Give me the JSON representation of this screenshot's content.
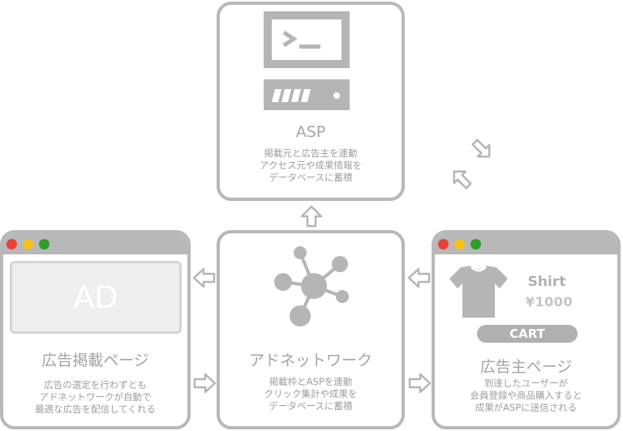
{
  "asp": {
    "title": "ASP",
    "description": "掲載元と広告主を連動\nアクセス元や成果情報を\nデータベースに蓄積"
  },
  "media": {
    "ad_label": "AD",
    "title": "広告掲載ページ",
    "description": "広告の選定を行わずとも\nアドネットワークが自動で\n最適な広告を配信してくれる"
  },
  "adnetwork": {
    "title": "アドネットワーク",
    "description": "掲載枠とASPを連動\nクリック集計や成果を\nデータベースに蓄積"
  },
  "advertiser": {
    "product_name": "Shirt",
    "product_price": "¥1000",
    "cart_label": "CART",
    "title": "広告主ページ",
    "description": "到達したユーザーが\n会員登録や商品購入すると\n成果がASPに送信される"
  },
  "colors": {
    "box_border": "#b8b8b8",
    "window_dot_red": "#e8413a",
    "window_dot_yellow": "#f3c21b",
    "window_dot_green": "#2e9d2a"
  }
}
